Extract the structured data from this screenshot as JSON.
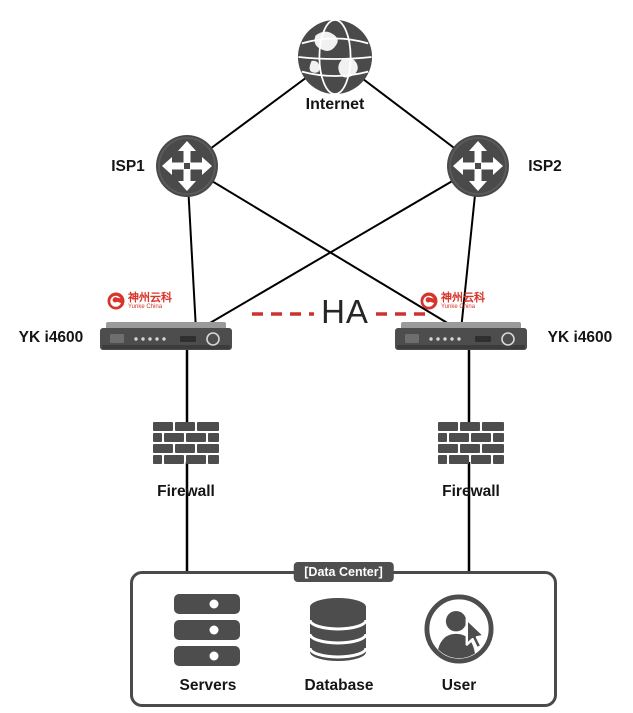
{
  "diagram": {
    "type": "network-topology",
    "nodes": {
      "internet": {
        "label": "Internet"
      },
      "isp1": {
        "label": "ISP1"
      },
      "isp2": {
        "label": "ISP2"
      },
      "device_left": {
        "label": "YK i4600"
      },
      "device_right": {
        "label": "YK i4600"
      },
      "ha_link": {
        "label": "HA"
      },
      "firewall_left": {
        "label": "Firewall"
      },
      "firewall_right": {
        "label": "Firewall"
      },
      "datacenter": {
        "label": "[Data Center]"
      },
      "servers": {
        "label": "Servers"
      },
      "database": {
        "label": "Database"
      },
      "user": {
        "label": "User"
      }
    },
    "brand": {
      "name": "神州云科",
      "subname": "Yunke China"
    },
    "colors": {
      "icon_dark": "#4d4d4d",
      "connector_line": "#000000",
      "ha_red": "#cc3330",
      "brand_red": "#d7342c",
      "badge_bg": "#4f4f4f"
    }
  }
}
